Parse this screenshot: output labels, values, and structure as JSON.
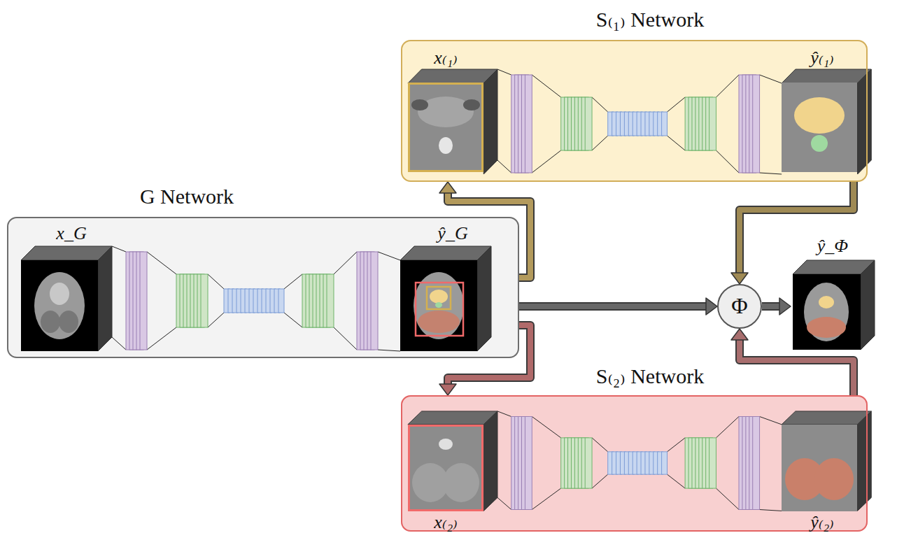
{
  "diagram": {
    "nodes": [
      {
        "text": [
          "G Network",
          "x_G",
          "ŷ_G"
        ]
      },
      {
        "text": [
          "S₍₁₎ Network",
          "x₍₁₎",
          "ŷ₍₁₎"
        ]
      },
      {
        "text": [
          "S₍₂₎ Network",
          "x₍₂₎",
          "ŷ₍₂₎"
        ]
      },
      {
        "text": [
          "Φ"
        ]
      },
      {
        "text": [
          "ŷ_Φ"
        ]
      }
    ],
    "edges": [
      {
        "from": 0,
        "to": 1,
        "arrow": "to"
      },
      {
        "from": 0,
        "to": 2,
        "arrow": "to"
      },
      {
        "from": 0,
        "to": 3,
        "arrow": "to"
      },
      {
        "from": 1,
        "to": 3,
        "arrow": "to"
      },
      {
        "from": 2,
        "to": 3,
        "arrow": "to"
      },
      {
        "from": 3,
        "to": 4,
        "arrow": "to"
      }
    ]
  }
}
